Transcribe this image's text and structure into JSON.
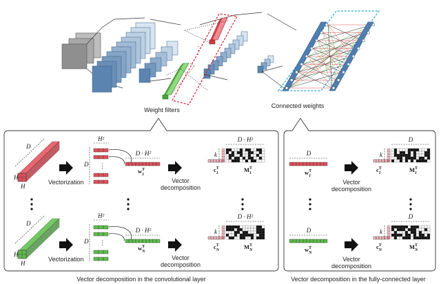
{
  "top": {
    "weight_filters_label": "Weight filters",
    "connected_weights_label": "Connected weights",
    "ellipsis": "·"
  },
  "conv_panel": {
    "caption": "Vector decomposition in the convolutional layer",
    "row1": {
      "d_label": "D",
      "h_label": "H",
      "h_label2": "H",
      "h2_label": "H²",
      "d_label2": "D",
      "dh2_label": "D · H²",
      "w_label": "w",
      "w_sub": "1",
      "vectorization": "Vectorization",
      "decomp_line1": "Vector",
      "decomp_line2": "decomposition",
      "k_label": "k",
      "dh2_label2": "D · H²",
      "c_label": "c",
      "c_sub": "1",
      "m_label": "M",
      "m_sub": "1",
      "T": "T"
    },
    "row2": {
      "d_label": "D",
      "h_label": "H",
      "h_label2": "H",
      "h2_label": "H²",
      "d_label2": "D",
      "dh2_label": "D · H²",
      "w_label": "w",
      "w_sub": "N",
      "vectorization": "Vectorization",
      "decomp_line1": "Vector",
      "decomp_line2": "decomposition",
      "k_label": "k",
      "dh2_label2": "D · H²",
      "c_label": "c",
      "c_sub": "N",
      "m_label": "M",
      "m_sub": "N",
      "T": "T"
    }
  },
  "fc_panel": {
    "caption": "Vector decomposition in the fully-connected layer",
    "row1": {
      "d_label": "D",
      "w_label": "w",
      "w_sub": "1",
      "decomp_line1": "Vector",
      "decomp_line2": "decomposition",
      "k_label": "k",
      "d_label2": "D",
      "c_label": "c",
      "c_sub": "1",
      "m_label": "M",
      "m_sub": "1",
      "T": "T"
    },
    "row2": {
      "d_label": "D",
      "w_label": "w",
      "w_sub": "N",
      "decomp_line1": "Vector",
      "decomp_line2": "decomposition",
      "k_label": "k",
      "d_label2": "D",
      "c_label": "c",
      "c_sub": "N",
      "m_label": "M",
      "m_sub": "N",
      "T": "T"
    }
  },
  "colors": {
    "red": "#e0505a",
    "green": "#5cbf4a",
    "blue_dark": "#5b84b0",
    "blue_light": "#b7cfe3",
    "gray": "#9a9a9a",
    "pink": "#f2b6bf",
    "dash_red": "#e11d2a",
    "dash_cyan": "#22a7d8"
  }
}
